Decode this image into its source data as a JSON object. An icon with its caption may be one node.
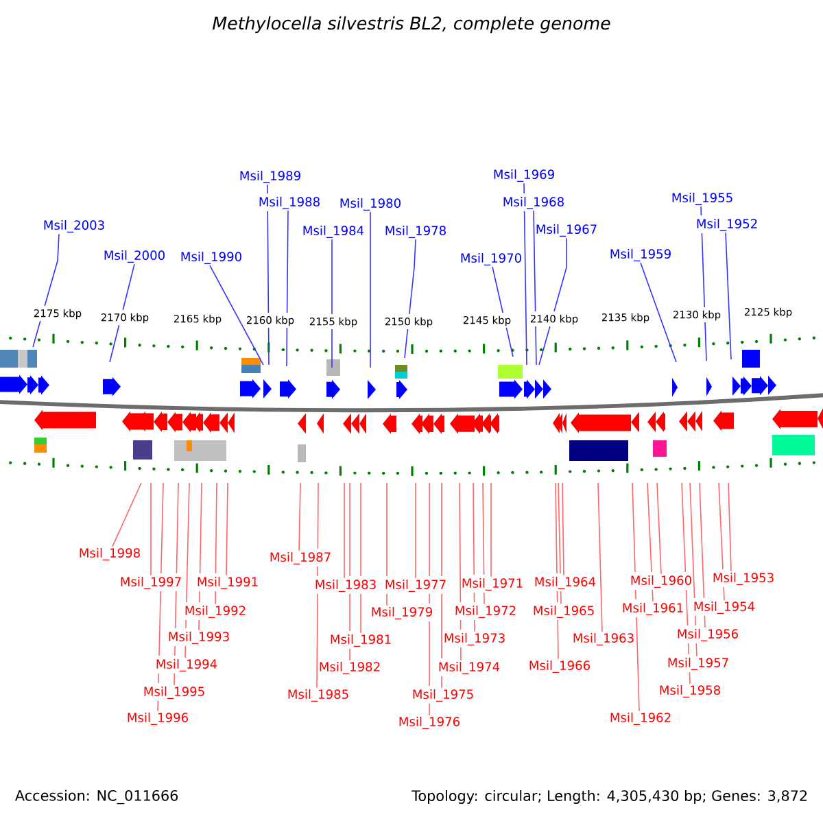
{
  "diagram": {
    "title": "Methylocella silvestris BL2, complete genome",
    "nodes": [
      {
        "text": [
          "Msil_2003"
        ]
      },
      {
        "text": [
          "Msil_2000"
        ]
      },
      {
        "text": [
          "Msil_1990"
        ]
      },
      {
        "text": [
          "Msil_1989"
        ]
      },
      {
        "text": [
          "Msil_1988"
        ]
      },
      {
        "text": [
          "Msil_1984"
        ]
      },
      {
        "text": [
          "Msil_1980"
        ]
      },
      {
        "text": [
          "Msil_1978"
        ]
      },
      {
        "text": [
          "Msil_1970"
        ]
      },
      {
        "text": [
          "Msil_1969"
        ]
      },
      {
        "text": [
          "Msil_1968"
        ]
      },
      {
        "text": [
          "Msil_1967"
        ]
      },
      {
        "text": [
          "Msil_1959"
        ]
      },
      {
        "text": [
          "Msil_1955"
        ]
      },
      {
        "text": [
          "Msil_1952"
        ]
      },
      {
        "text": [
          "Msil_1998"
        ]
      },
      {
        "text": [
          "Msil_1997"
        ]
      },
      {
        "text": [
          "Msil_1996"
        ]
      },
      {
        "text": [
          "Msil_1995"
        ]
      },
      {
        "text": [
          "Msil_1994"
        ]
      },
      {
        "text": [
          "Msil_1993"
        ]
      },
      {
        "text": [
          "Msil_1992"
        ]
      },
      {
        "text": [
          "Msil_1991"
        ]
      },
      {
        "text": [
          "Msil_1987"
        ]
      },
      {
        "text": [
          "Msil_1985"
        ]
      },
      {
        "text": [
          "Msil_1983"
        ]
      },
      {
        "text": [
          "Msil_1982"
        ]
      },
      {
        "text": [
          "Msil_1981"
        ]
      },
      {
        "text": [
          "Msil_1979"
        ]
      },
      {
        "text": [
          "Msil_1977"
        ]
      },
      {
        "text": [
          "Msil_1976"
        ]
      },
      {
        "text": [
          "Msil_1975"
        ]
      },
      {
        "text": [
          "Msil_1974"
        ]
      },
      {
        "text": [
          "Msil_1973"
        ]
      },
      {
        "text": [
          "Msil_1972"
        ]
      },
      {
        "text": [
          "Msil_1971"
        ]
      },
      {
        "text": [
          "Msil_1964"
        ]
      },
      {
        "text": [
          "Msil_1965"
        ]
      },
      {
        "text": [
          "Msil_1966"
        ]
      },
      {
        "text": [
          "Msil_1963"
        ]
      },
      {
        "text": [
          "Msil_1962"
        ]
      },
      {
        "text": [
          "Msil_1961"
        ]
      },
      {
        "text": [
          "Msil_1960"
        ]
      },
      {
        "text": [
          "Msil_1958"
        ]
      },
      {
        "text": [
          "Msil_1957"
        ]
      },
      {
        "text": [
          "Msil_1956"
        ]
      },
      {
        "text": [
          "Msil_1954"
        ]
      },
      {
        "text": [
          "Msil_1953"
        ]
      }
    ],
    "edges": [
      {
        "from": 0,
        "to": null,
        "arrow": "none",
        "color": "#3333ff"
      },
      {
        "from": 1,
        "to": null,
        "arrow": "none",
        "color": "#3333ff"
      },
      {
        "from": 2,
        "to": null,
        "arrow": "none",
        "color": "#3333ff"
      },
      {
        "from": 3,
        "to": null,
        "arrow": "none",
        "color": "#3333ff"
      },
      {
        "from": 4,
        "to": null,
        "arrow": "none",
        "color": "#3333ff"
      },
      {
        "from": 5,
        "to": null,
        "arrow": "none",
        "color": "#3333ff"
      },
      {
        "from": 6,
        "to": null,
        "arrow": "none",
        "color": "#3333ff"
      },
      {
        "from": 7,
        "to": null,
        "arrow": "none",
        "color": "#3333ff"
      },
      {
        "from": 8,
        "to": null,
        "arrow": "none",
        "color": "#3333ff"
      },
      {
        "from": 9,
        "to": null,
        "arrow": "none",
        "color": "#3333ff"
      },
      {
        "from": 10,
        "to": null,
        "arrow": "none",
        "color": "#3333ff"
      },
      {
        "from": 11,
        "to": null,
        "arrow": "none",
        "color": "#3333ff"
      },
      {
        "from": 12,
        "to": null,
        "arrow": "none",
        "color": "#3333ff"
      },
      {
        "from": 13,
        "to": null,
        "arrow": "none",
        "color": "#3333ff"
      },
      {
        "from": 14,
        "to": null,
        "arrow": "none",
        "color": "#3333ff"
      },
      {
        "from": 15,
        "to": null,
        "arrow": "none"
      },
      {
        "from": 16,
        "to": null,
        "arrow": "none"
      },
      {
        "from": 17,
        "to": null,
        "arrow": "none"
      },
      {
        "from": 18,
        "to": null,
        "arrow": "none"
      },
      {
        "from": 19,
        "to": null,
        "arrow": "none"
      },
      {
        "from": 20,
        "to": null,
        "arrow": "none"
      },
      {
        "from": 21,
        "to": null,
        "arrow": "none"
      },
      {
        "from": 22,
        "to": null,
        "arrow": "none"
      },
      {
        "from": 23,
        "to": null,
        "arrow": "none"
      },
      {
        "from": 24,
        "to": null,
        "arrow": "none"
      },
      {
        "from": 25,
        "to": null,
        "arrow": "none"
      },
      {
        "from": 26,
        "to": null,
        "arrow": "none"
      },
      {
        "from": 27,
        "to": null,
        "arrow": "none"
      },
      {
        "from": 28,
        "to": null,
        "arrow": "none"
      },
      {
        "from": 29,
        "to": null,
        "arrow": "none"
      },
      {
        "from": 30,
        "to": null,
        "arrow": "none"
      },
      {
        "from": 31,
        "to": null,
        "arrow": "none"
      },
      {
        "from": 32,
        "to": null,
        "arrow": "none"
      },
      {
        "from": 33,
        "to": null,
        "arrow": "none"
      },
      {
        "from": 34,
        "to": null,
        "arrow": "none"
      },
      {
        "from": 35,
        "to": null,
        "arrow": "none"
      },
      {
        "from": 36,
        "to": null,
        "arrow": "none"
      },
      {
        "from": 37,
        "to": null,
        "arrow": "none"
      },
      {
        "from": 38,
        "to": null,
        "arrow": "none"
      },
      {
        "from": 39,
        "to": null,
        "arrow": "none"
      },
      {
        "from": 40,
        "to": null,
        "arrow": "none"
      },
      {
        "from": 41,
        "to": null,
        "arrow": "none"
      },
      {
        "from": 42,
        "to": null,
        "arrow": "none"
      },
      {
        "from": 43,
        "to": null,
        "arrow": "none"
      },
      {
        "from": 44,
        "to": null,
        "arrow": "none"
      },
      {
        "from": 45,
        "to": null,
        "arrow": "none"
      },
      {
        "from": 46,
        "to": null,
        "arrow": "none"
      },
      {
        "from": 47,
        "to": null,
        "arrow": "none"
      }
    ],
    "labels": [
      "2175 kbp",
      "2170 kbp",
      "2165 kbp",
      "2160 kbp",
      "2155 kbp",
      "2150 kbp",
      "2145 kbp",
      "2140 kbp",
      "2135 kbp",
      "2130 kbp",
      "2125 kbp",
      "Accession: NC_011666",
      "Topology: circular; Length: 4,305,430 bp; Genes: 3,872"
    ]
  }
}
